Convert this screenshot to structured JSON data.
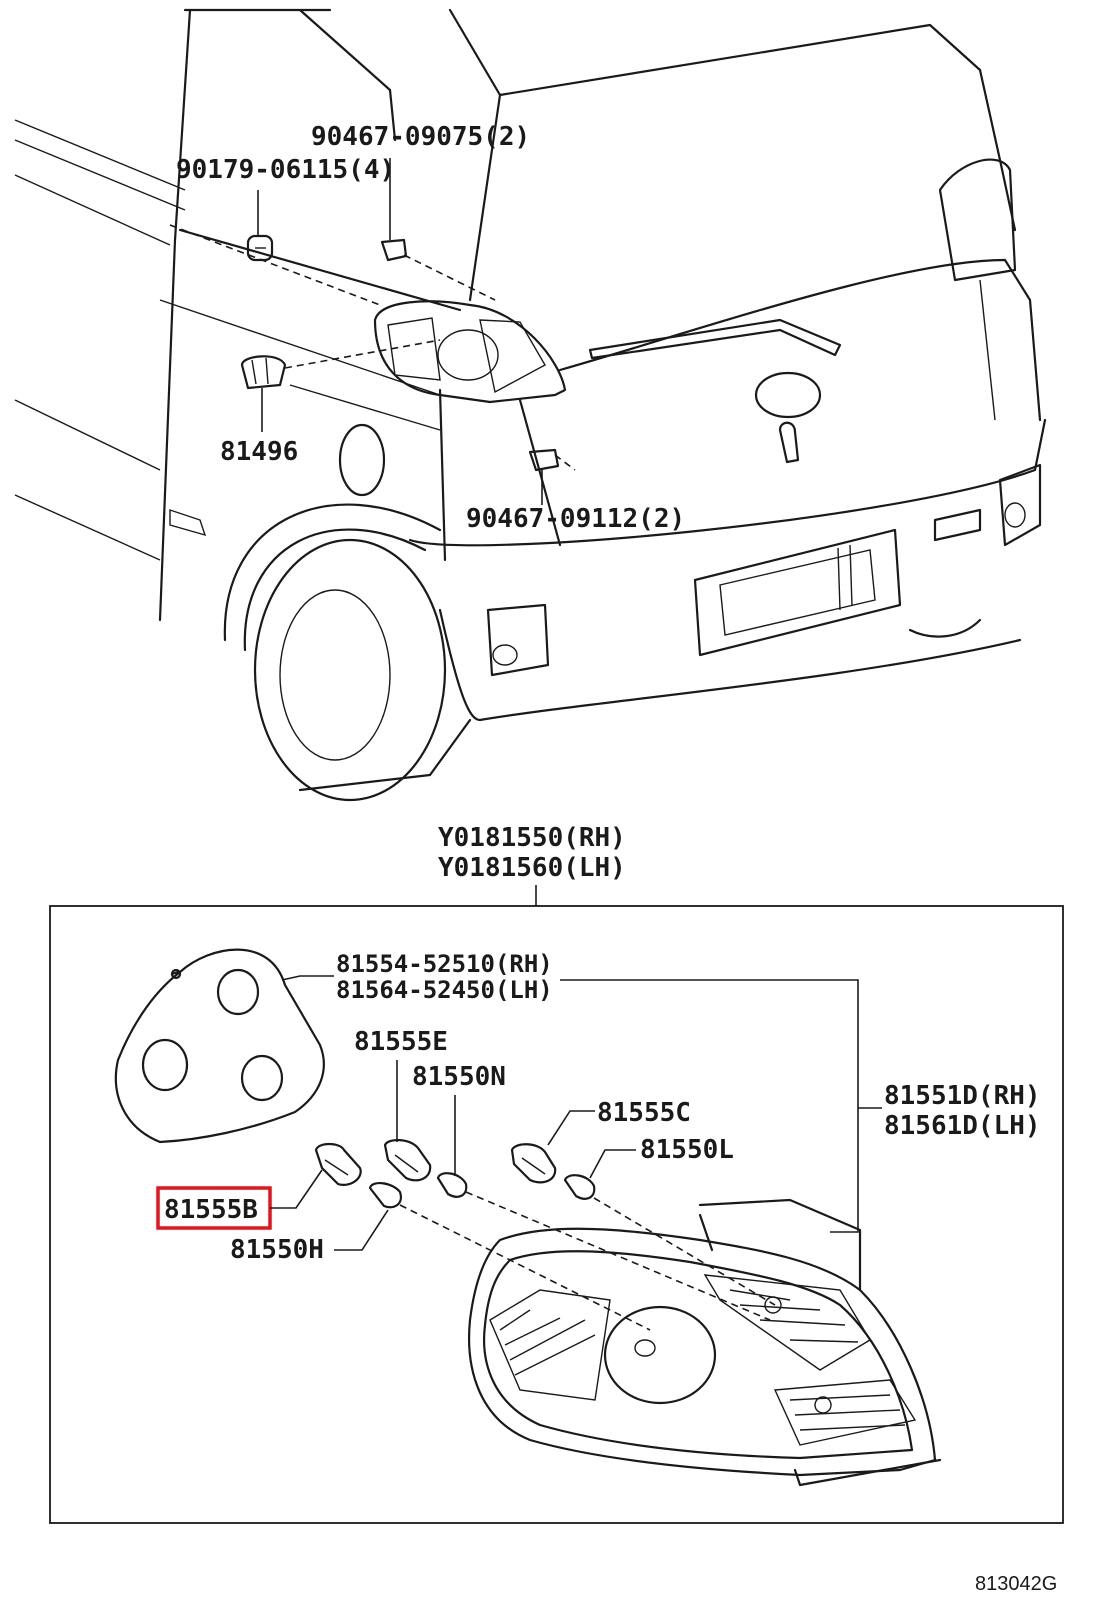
{
  "diagram": {
    "labels": {
      "p90467_09075": "90467-09075(2)",
      "p90179_06115": "90179-06115(4)",
      "p81496": "81496",
      "p90467_09112": "90467-09112(2)",
      "assy_rh": "Y0181550(RH)",
      "assy_lh": "Y0181560(LH)",
      "gasket_rh": "81554-52510(RH)",
      "gasket_lh": "81564-52450(LH)",
      "p81555E": "81555E",
      "p81550N": "81550N",
      "p81555C": "81555C",
      "p81550L": "81550L",
      "lens_rh": "81551D(RH)",
      "lens_lh": "81561D(LH)",
      "p81555B": "81555B",
      "p81550H": "81550H",
      "figure_ref": "813042G"
    },
    "highlight": {
      "target": "81555B",
      "color": "#e3141b"
    }
  }
}
